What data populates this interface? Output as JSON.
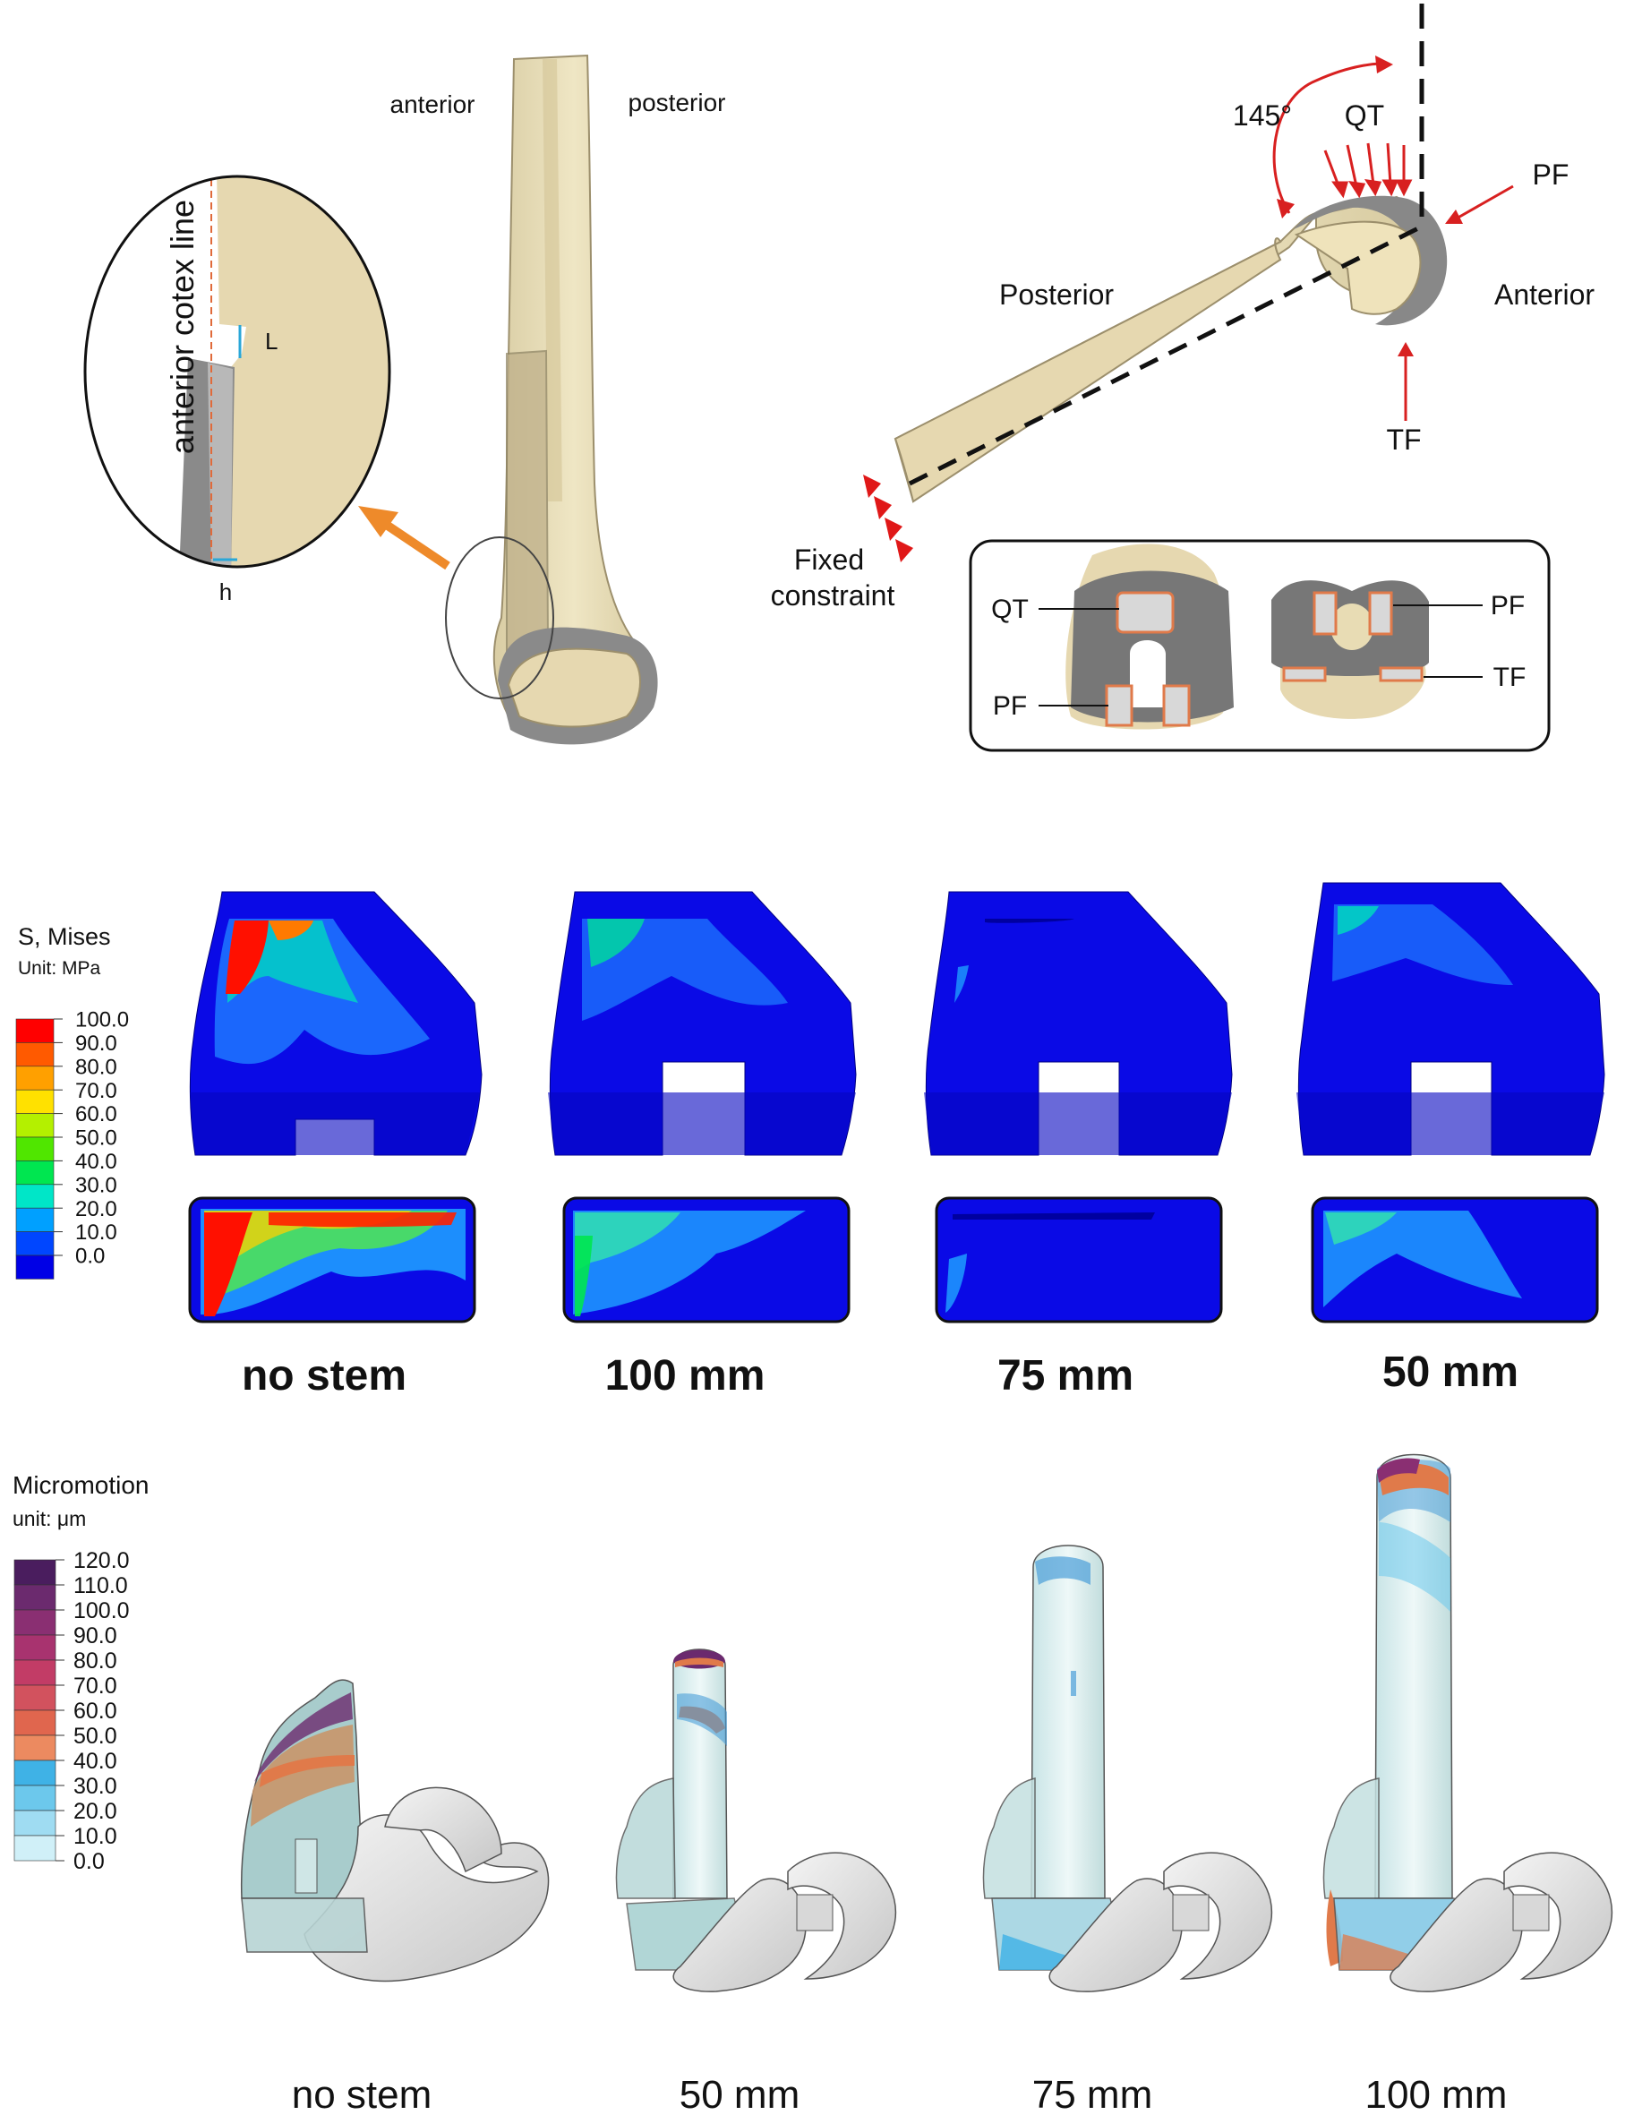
{
  "panel_top": {
    "anterior": "anterior",
    "posterior": "posterior",
    "cortex_line": "anterior cotex line",
    "label_L": "L",
    "label_h": "h"
  },
  "panel_loads": {
    "angle": "145°",
    "QT": "QT",
    "PF": "PF",
    "TF": "TF",
    "posterior": "Posterior",
    "anterior": "Anterior",
    "fixed_1": "Fixed",
    "fixed_2": "constraint",
    "inset_QT": "QT",
    "inset_PF_left": "PF",
    "inset_PF_right": "PF",
    "inset_TF": "TF"
  },
  "stress": {
    "title": "S, Mises",
    "unit": "Unit: MPa",
    "ticks": [
      "100.0",
      "90.0",
      "80.0",
      "70.0",
      "60.0",
      "50.0",
      "40.0",
      "30.0",
      "20.0",
      "10.0",
      "0.0"
    ],
    "colors": [
      "#ff0000",
      "#ff5a00",
      "#ffa000",
      "#ffe100",
      "#b4f000",
      "#50e600",
      "#00e650",
      "#00e6c8",
      "#00a0ff",
      "#0046ff",
      "#0000e6"
    ],
    "models": [
      "no stem",
      "100 mm",
      "75 mm",
      "50 mm"
    ]
  },
  "micromotion": {
    "title": "Micromotion",
    "unit": "unit: μm",
    "ticks": [
      "120.0",
      "110.0",
      "100.0",
      "90.0",
      "80.0",
      "70.0",
      "60.0",
      "50.0",
      "40.0",
      "30.0",
      "20.0",
      "10.0",
      "0.0"
    ],
    "colors": [
      "#4a1d5e",
      "#6b2a6e",
      "#8a2f72",
      "#a8336f",
      "#c23c66",
      "#d2525e",
      "#e0664e",
      "#ec8a60",
      "#3fb2e6",
      "#6cc8ec",
      "#9fdcf2",
      "#d0f0f8"
    ],
    "models": [
      "no stem",
      "50 mm",
      "75 mm",
      "100 mm"
    ]
  }
}
